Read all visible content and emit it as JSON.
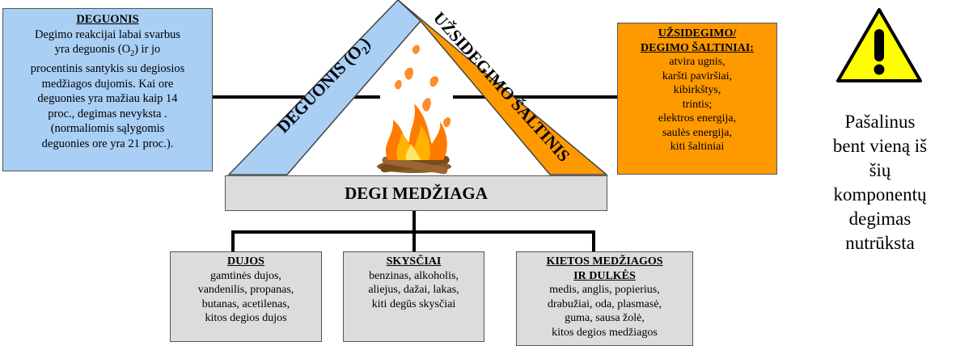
{
  "oxygen_box": {
    "title": "DEGUONIS",
    "line1": "Degimo reakcijai labai svarbus",
    "line2_pre": "yra deguonis (O",
    "line2_sub": "2",
    "line2_post": ") ir jo",
    "line3": "procentinis santykis su degiosios",
    "line4": "medžiagos dujomis. Kai ore",
    "line5": "deguonies yra mažiau kaip 14",
    "line6": "proc., degimas nevyksta .",
    "line7": "(normaliomis sąlygomis",
    "line8": "deguonies ore yra 21 proc.)."
  },
  "triangle": {
    "left_side_pre": "DEGUONIS (O",
    "left_side_sub": "2",
    "left_side_post": ")",
    "right_side": "UŽSIDEGIMO ŠALTINIS",
    "base": "DEGI MEDŽIAGA"
  },
  "ignition_box": {
    "title_line1": "UŽSIDEGIMO/",
    "title_line2": "DEGIMO ŠALTINIAI:",
    "items": [
      "atvira ugnis,",
      "karšti paviršiai,",
      "kibirkštys,",
      "trintis;",
      "elektros energija,",
      "saulės energija,",
      "kiti šaltiniai"
    ]
  },
  "fuel_types": [
    {
      "title": "DUJOS",
      "lines": [
        "gamtinės dujos,",
        "vandenilis, propanas,",
        "butanas, acetilenas,",
        "kitos degios dujos"
      ]
    },
    {
      "title": "SKYSČIAI",
      "lines": [
        "benzinas, alkoholis,",
        "aliejus, dažai, lakas,",
        "kiti degūs skysčiai"
      ]
    },
    {
      "title_line1": "KIETOS MEDŽIAGOS",
      "title_line2": "IR DULKĖS",
      "lines": [
        "medis, anglis, popierius,",
        "drabužiai, oda, plasmasė,",
        "guma, sausa žolė,",
        "kitos degios medžiagos"
      ]
    }
  ],
  "note": {
    "lines": [
      "Pašalinus",
      "bent vieną iš",
      "šių",
      "komponentų",
      "degimas",
      "nutrūksta"
    ],
    "icon": "warning-icon"
  },
  "colors": {
    "oxygen": "#a9cff5",
    "ignition": "#ff9900",
    "fuel": "#dcdcdc",
    "warning": "#ffff00"
  }
}
